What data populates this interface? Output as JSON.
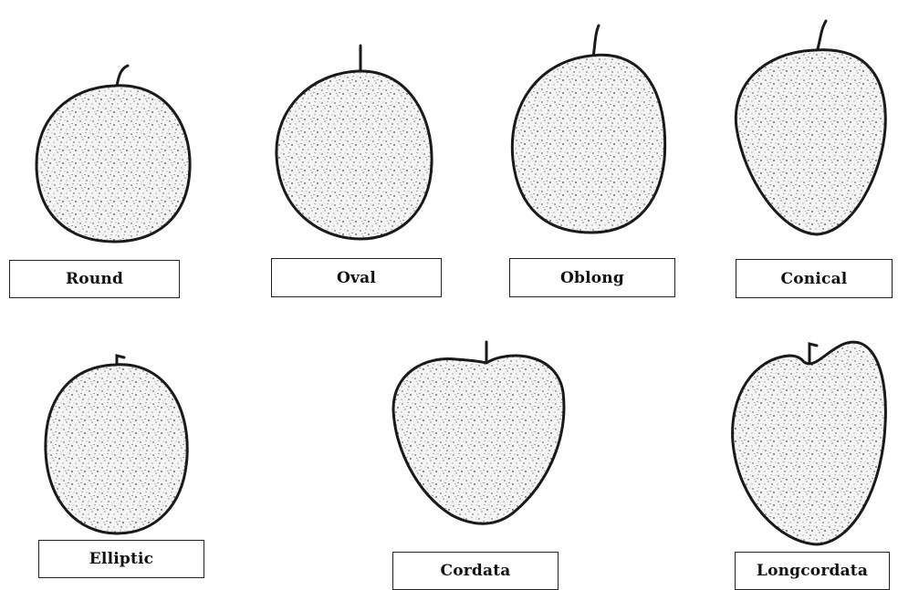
{
  "shapes": [
    {
      "id": "round",
      "label": "Round",
      "icon": "round-fruit-icon"
    },
    {
      "id": "oval",
      "label": "Oval",
      "icon": "oval-fruit-icon"
    },
    {
      "id": "oblong",
      "label": "Oblong",
      "icon": "oblong-fruit-icon"
    },
    {
      "id": "conical",
      "label": "Conical",
      "icon": "conical-fruit-icon"
    },
    {
      "id": "elliptic",
      "label": "Elliptic",
      "icon": "elliptic-fruit-icon"
    },
    {
      "id": "cordata",
      "label": "Cordata",
      "icon": "cordata-fruit-icon"
    },
    {
      "id": "longcordata",
      "label": "Longcordata",
      "icon": "longcordata-fruit-icon"
    }
  ],
  "colors": {
    "outline": "#1a1a1a",
    "speckle": "#8a8a8a",
    "background": "#ffffff"
  }
}
